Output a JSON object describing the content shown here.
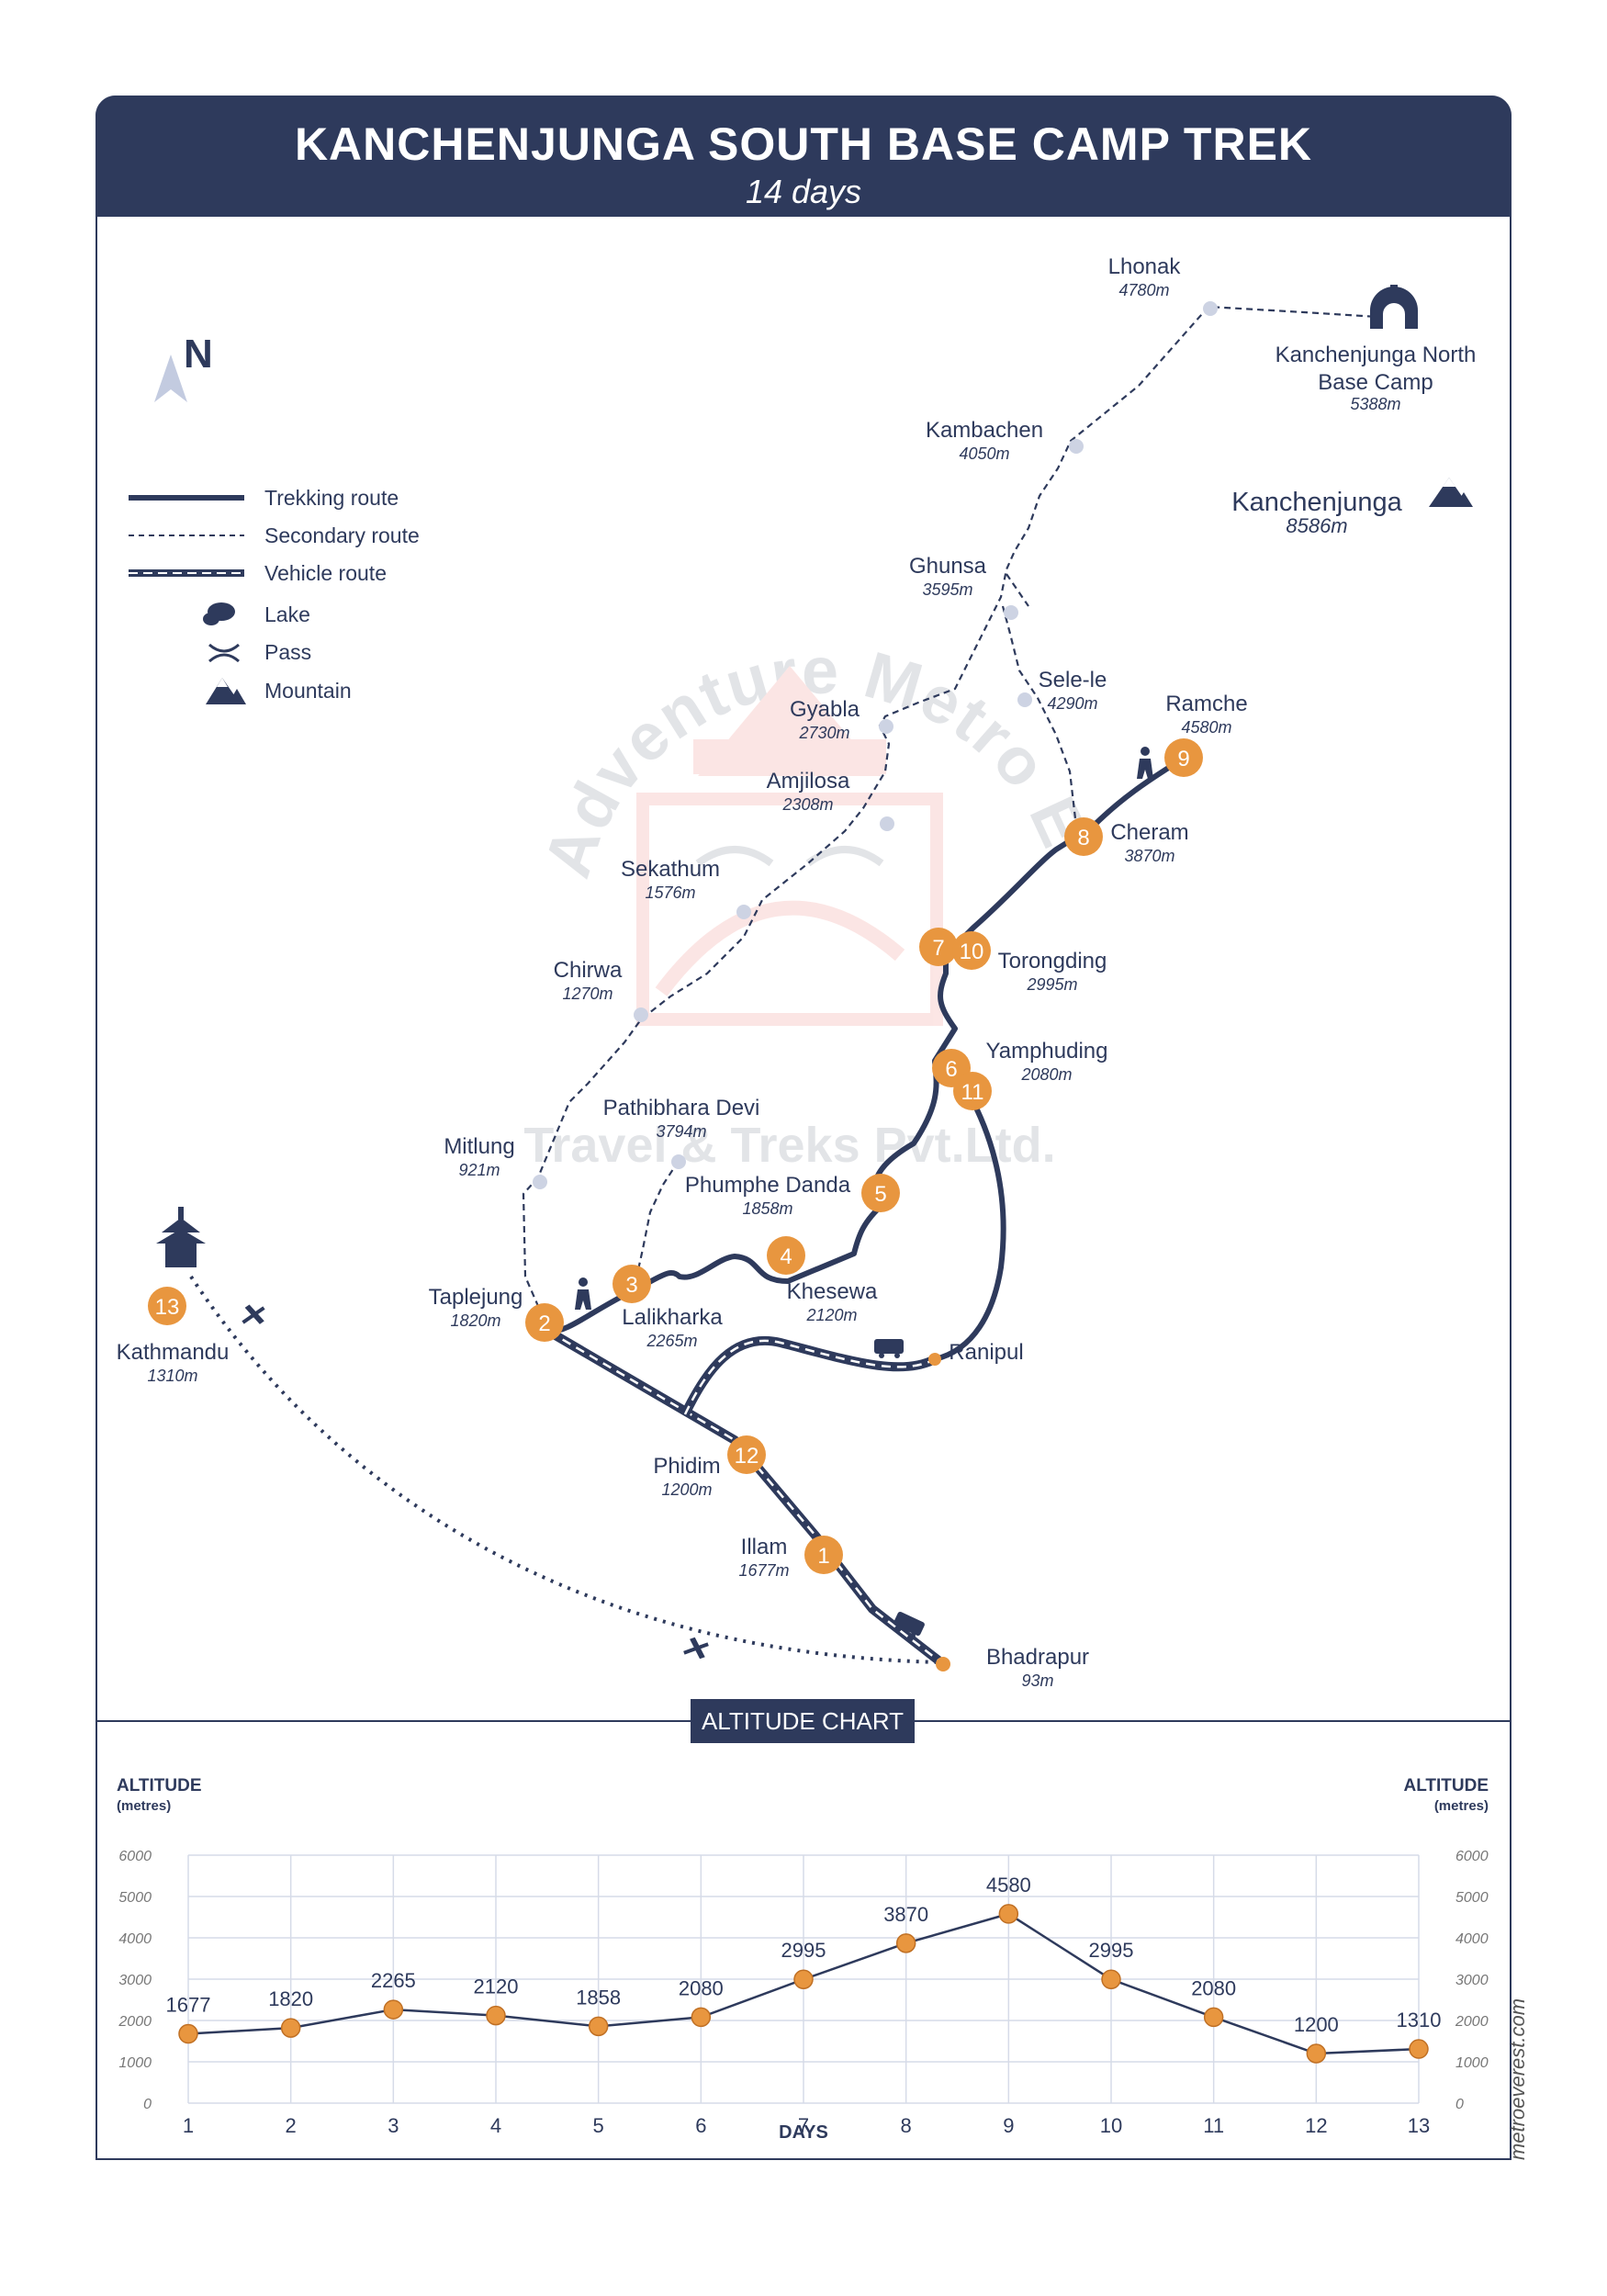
{
  "header": {
    "title": "KANCHENJUNGA SOUTH BASE CAMP TREK",
    "subtitle": "14 days"
  },
  "north": "N",
  "legend": {
    "trek": "Trekking route",
    "secondary": "Secondary route",
    "vehicle": "Vehicle route",
    "lake": "Lake",
    "pass": "Pass",
    "mountain": "Mountain"
  },
  "watermark": {
    "arc": "Adventure Metro Everest",
    "bottom": "Travel & Treks Pvt.Ltd."
  },
  "places": {
    "lhonak": {
      "name": "Lhonak",
      "alt": "4780m"
    },
    "kncb_1": {
      "name": "Kanchenjunga North",
      "name2": "Base Camp",
      "alt": "5388m"
    },
    "kambachen": {
      "name": "Kambachen",
      "alt": "4050m"
    },
    "kanchenjunga": {
      "name": "Kanchenjunga",
      "alt": "8586m"
    },
    "ghunsa": {
      "name": "Ghunsa",
      "alt": "3595m"
    },
    "selele": {
      "name": "Sele-le",
      "alt": "4290m"
    },
    "gyabla": {
      "name": "Gyabla",
      "alt": "2730m"
    },
    "ramche": {
      "name": "Ramche",
      "alt": "4580m"
    },
    "amjilosa": {
      "name": "Amjilosa",
      "alt": "2308m"
    },
    "cheram": {
      "name": "Cheram",
      "alt": "3870m"
    },
    "sekathum": {
      "name": "Sekathum",
      "alt": "1576m"
    },
    "torongding": {
      "name": "Torongding",
      "alt": "2995m"
    },
    "chirwa": {
      "name": "Chirwa",
      "alt": "1270m"
    },
    "yamphuding": {
      "name": "Yamphuding",
      "alt": "2080m"
    },
    "pathibhara": {
      "name": "Pathibhara Devi",
      "alt": "3794m"
    },
    "mitlung": {
      "name": "Mitlung",
      "alt": "921m"
    },
    "phumphe": {
      "name": "Phumphe Danda",
      "alt": "1858m"
    },
    "taplejung": {
      "name": "Taplejung",
      "alt": "1820m"
    },
    "khesewa": {
      "name": "Khesewa",
      "alt": "2120m"
    },
    "lalikharka": {
      "name": "Lalikharka",
      "alt": "2265m"
    },
    "kathmandu": {
      "name": "Kathmandu",
      "alt": "1310m"
    },
    "ranipul": {
      "name": "Ranipul"
    },
    "phidim": {
      "name": "Phidim",
      "alt": "1200m"
    },
    "illam": {
      "name": "Illam",
      "alt": "1677m"
    },
    "bhadrapur": {
      "name": "Bhadrapur",
      "alt": "93m"
    }
  },
  "markers": [
    "1",
    "2",
    "3",
    "4",
    "5",
    "6",
    "7",
    "8",
    "9",
    "10",
    "11",
    "12",
    "13"
  ],
  "altitude_chart": {
    "badge": "ALTITUDE CHART",
    "ylabel": "ALTITUDE",
    "ylabel_unit": "(metres)",
    "xlabel": "DAYS"
  },
  "site": "metroeverest.com",
  "colors": {
    "navy": "#2e3a5c",
    "orange": "#e8963f",
    "dot": "#cdd3e3",
    "grid": "#d6dbe8"
  },
  "chart_data": {
    "type": "line",
    "x": [
      1,
      2,
      3,
      4,
      5,
      6,
      7,
      8,
      9,
      10,
      11,
      12,
      13
    ],
    "values": [
      1677,
      1820,
      2265,
      2120,
      1858,
      2080,
      2995,
      3870,
      4580,
      2995,
      2080,
      1200,
      1310
    ],
    "ylim": [
      0,
      6000
    ],
    "yticks": [
      0,
      1000,
      2000,
      3000,
      4000,
      5000,
      6000
    ],
    "xlabel": "DAYS",
    "ylabel": "ALTITUDE (metres)",
    "grid": true
  }
}
